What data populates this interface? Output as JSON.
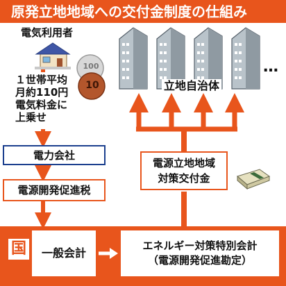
{
  "title": "原発立地地域への交付金制度の仕組み",
  "electricity_user": {
    "label": "電気利用者"
  },
  "surcharge_note": {
    "lines": [
      "１世帯平均",
      "月約110円",
      "電気料金に",
      "上乗せ"
    ]
  },
  "coins": {
    "coin_top": "100",
    "coin_bottom": "10"
  },
  "power_company": {
    "label": "電力会社"
  },
  "promotion_tax": {
    "label": "電源開発促進税"
  },
  "municipalities": {
    "label": "立地自治体",
    "ellipsis": "…"
  },
  "grant": {
    "lines": [
      "電源立地地域",
      "対策交付金"
    ]
  },
  "national": {
    "kuni_label": "国",
    "general_account": "一般会計",
    "special_account_lines": [
      "エネルギー対策特別会計",
      "（電源開発促進勘定）"
    ]
  },
  "colors": {
    "accent_orange": "#e8551c",
    "company_blue": "#1b3f8e",
    "building_gray": "#8f9aa2"
  }
}
